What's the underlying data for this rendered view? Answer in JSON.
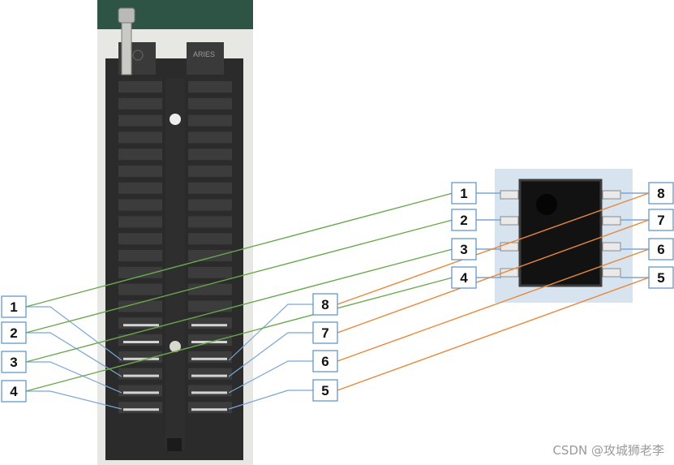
{
  "watermark": "CSDN @攻城狮老李",
  "socket_text": "ARIES",
  "socket_labels_left": [
    "1",
    "2",
    "3",
    "4"
  ],
  "socket_labels_right": [
    "8",
    "7",
    "6",
    "5"
  ],
  "chip_labels_left": [
    "1",
    "2",
    "3",
    "4"
  ],
  "chip_labels_right": [
    "8",
    "7",
    "6",
    "5"
  ],
  "colors": {
    "blue_leader": "#7aa6d6",
    "green_wire": "#6aa84f",
    "orange_wire": "#e8873a",
    "box_border": "#5b8fc9"
  }
}
